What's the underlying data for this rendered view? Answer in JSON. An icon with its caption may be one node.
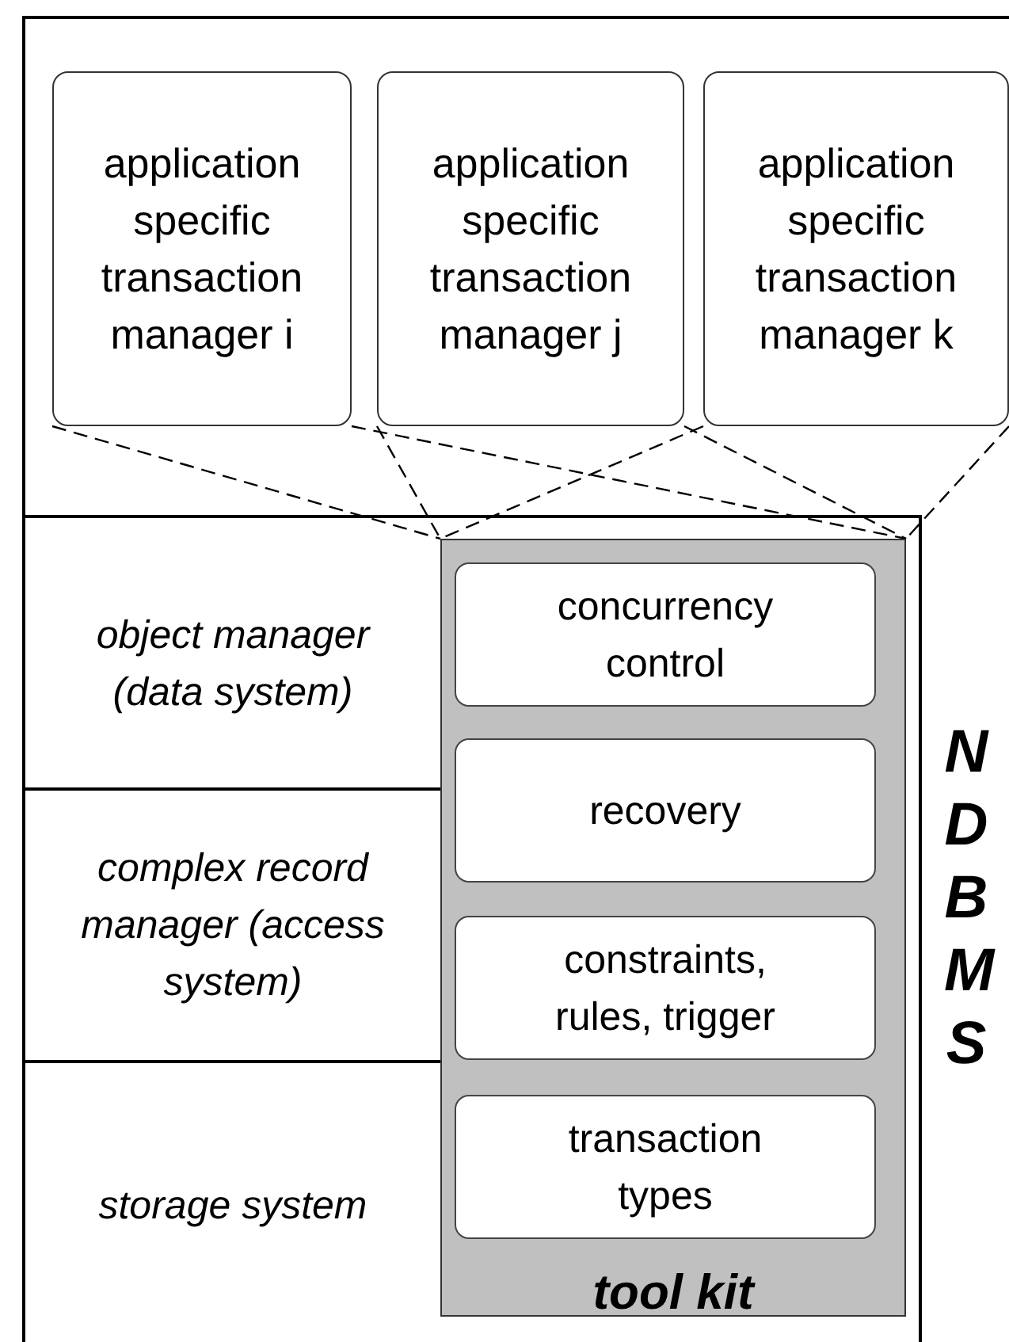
{
  "diagram": {
    "nodes": [
      {
        "text": [
          "NDBMS"
        ]
      },
      {
        "text": [
          "application specific transaction manager i"
        ]
      },
      {
        "text": [
          "application specific transaction manager j"
        ]
      },
      {
        "text": [
          "application specific transaction manager k"
        ]
      },
      {
        "text": [
          "object manager (data system)"
        ],
        "in": 0
      },
      {
        "text": [
          "complex record manager (access system)"
        ],
        "in": 0
      },
      {
        "text": [
          "storage system"
        ],
        "in": 0
      },
      {
        "text": [
          "tool kit"
        ],
        "in": 0
      },
      {
        "text": [
          "concurrency control"
        ],
        "in": 7
      },
      {
        "text": [
          "recovery"
        ],
        "in": 7
      },
      {
        "text": [
          "constraints, rules, trigger"
        ],
        "in": 7
      },
      {
        "text": [
          "transaction types"
        ],
        "in": 7
      }
    ],
    "edges": [
      {
        "from": 1,
        "to": 7,
        "arrow": "none",
        "style": "dashed"
      },
      {
        "from": 1,
        "to": 7,
        "arrow": "none",
        "style": "dashed"
      },
      {
        "from": 2,
        "to": 7,
        "arrow": "none",
        "style": "dashed"
      },
      {
        "from": 2,
        "to": 7,
        "arrow": "none",
        "style": "dashed"
      },
      {
        "from": 3,
        "to": 7,
        "arrow": "none",
        "style": "dashed"
      },
      {
        "from": 3,
        "to": 7,
        "arrow": "none",
        "style": "dashed"
      }
    ]
  }
}
